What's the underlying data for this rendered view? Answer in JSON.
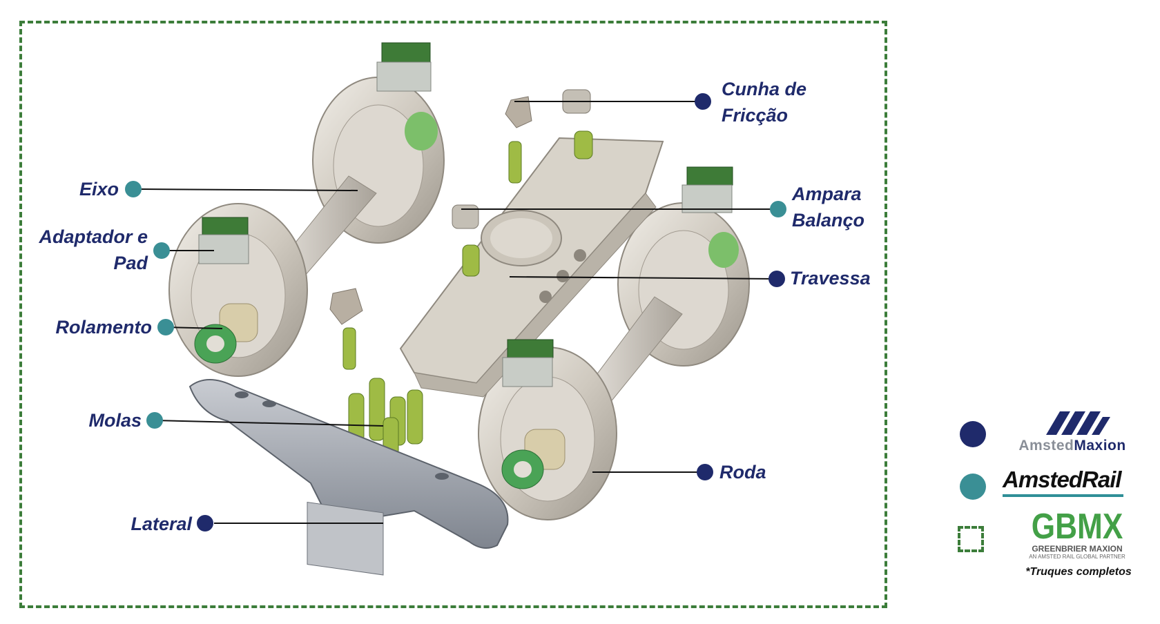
{
  "colors": {
    "navy": "#1f2a6b",
    "teal": "#3a8f95",
    "frame_green": "#3c7d3a"
  },
  "labels": {
    "cunha_line1": "Cunha de",
    "cunha_line2": "Fricção",
    "eixo": "Eixo",
    "ampara_line1": "Ampara",
    "ampara_line2": "Balanço",
    "adaptador_line1": "Adaptador e",
    "adaptador_line2": "Pad",
    "travessa": "Travessa",
    "rolamento": "Rolamento",
    "molas": "Molas",
    "roda": "Roda",
    "lateral": "Lateral"
  },
  "legend": {
    "amsted_maxion_a": "Amsted",
    "amsted_maxion_b": "Maxion",
    "amsted_rail": "AmstedRail",
    "gbmx": "GBMX",
    "gbmx_sub": "GREENBRIER MAXION",
    "gbmx_sub2": "AN AMSTED RAIL GLOBAL PARTNER",
    "note": "*Truques completos"
  }
}
